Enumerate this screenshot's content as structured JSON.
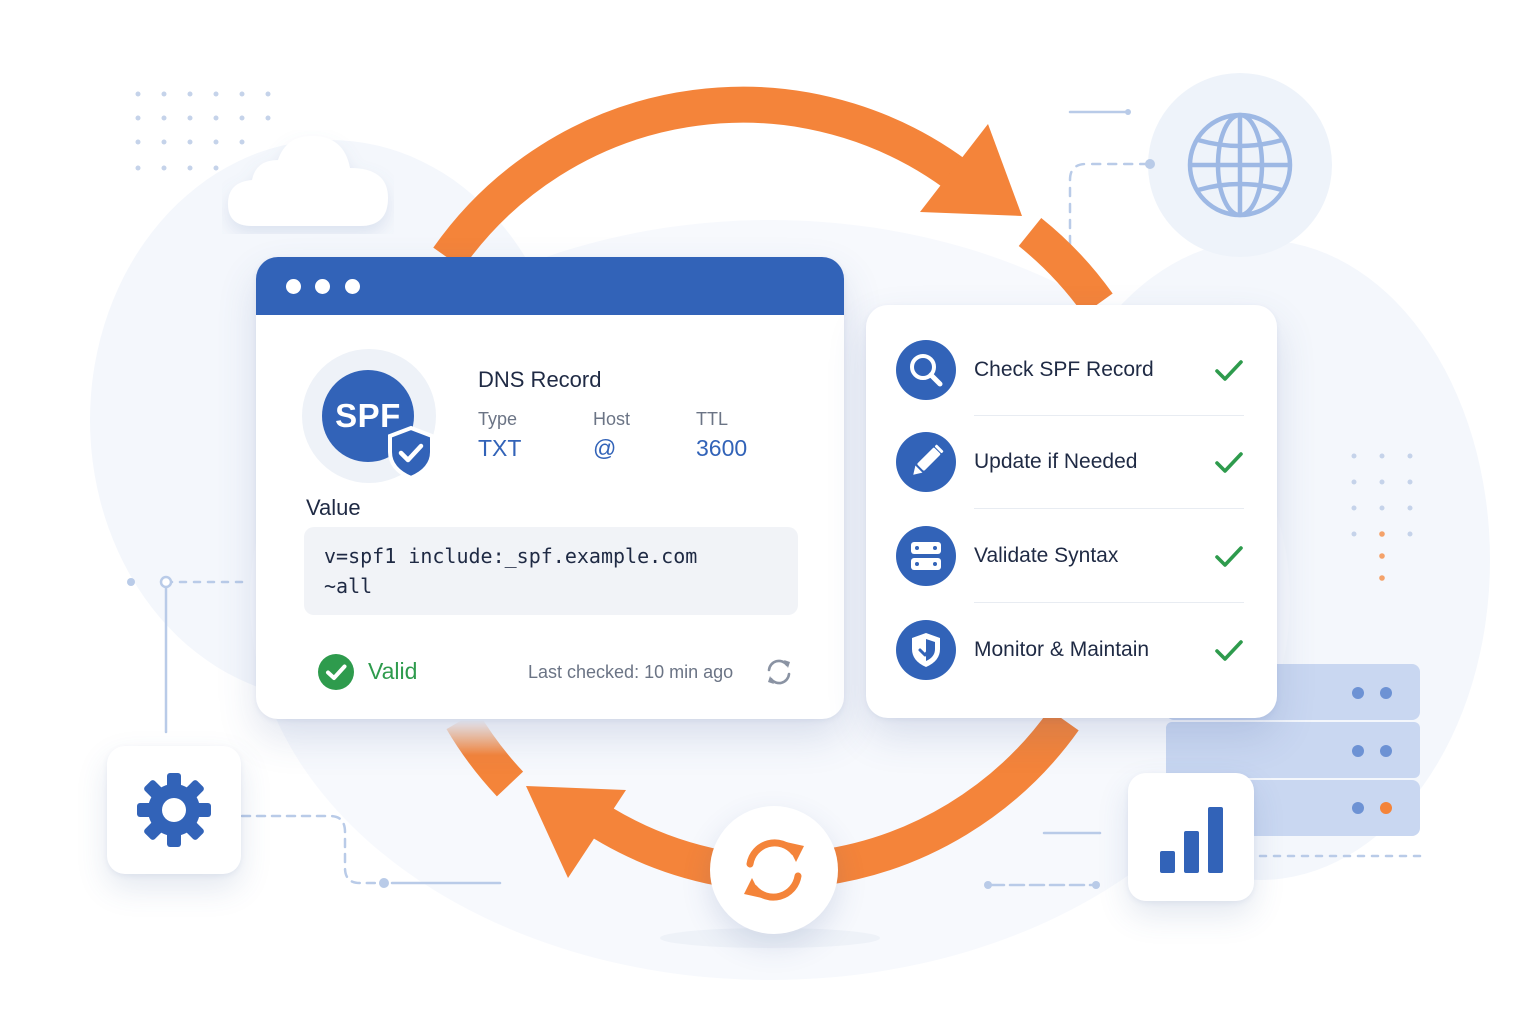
{
  "colors": {
    "primary_blue": "#3263B8",
    "accent_orange": "#F4843A",
    "success_green": "#2E9B4D",
    "text_dark": "#1F2A44",
    "text_muted": "#6B7485"
  },
  "dns_card": {
    "badge": "SPF",
    "title": "DNS Record",
    "fields": [
      {
        "label": "Type",
        "value": "TXT"
      },
      {
        "label": "Host",
        "value": "@"
      },
      {
        "label": "TTL",
        "value": "3600"
      }
    ],
    "value_label": "Value",
    "value_lines": [
      "v=spf1 include:_spf.example.com",
      "~all"
    ],
    "status": "Valid",
    "last_checked": "Last checked: 10 min ago"
  },
  "steps": [
    {
      "label": "Check SPF Record",
      "icon": "search-icon",
      "done": true
    },
    {
      "label": "Update if Needed",
      "icon": "pencil-icon",
      "done": true
    },
    {
      "label": "Validate Syntax",
      "icon": "server-icon",
      "done": true
    },
    {
      "label": "Monitor & Maintain",
      "icon": "shield-icon",
      "done": true
    }
  ],
  "decorations": {
    "icons": [
      "cloud-icon",
      "globe-icon",
      "gear-icon",
      "bar-chart-icon",
      "sync-icon",
      "server-rack-icon"
    ]
  }
}
